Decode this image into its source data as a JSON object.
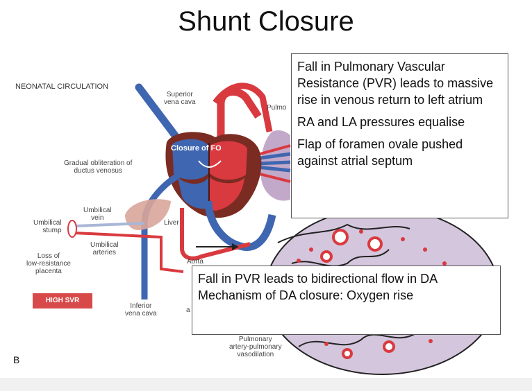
{
  "slide": {
    "title": "Shunt Closure",
    "figure_letter": "B"
  },
  "diagram": {
    "header": "NEONATAL CIRCULATION",
    "labels": {
      "superior_vena_cava": "Superior\nvena cava",
      "pulmonary_partial": "Pulmo",
      "closure_fo": "Closure of FO",
      "ductus_venosus": "Gradual obliteration of\nductus venosus",
      "umbilical_vein": "Umbilical\nvein",
      "umbilical_stump": "Umbilical\nstump",
      "liver": "Liver",
      "umbilical_arteries": "Umbilical\narteries",
      "placenta_loss": "Loss of\nlow-resistance\nplacenta",
      "aorta": "Aorta",
      "high_svr": "HIGH SVR",
      "inferior_vena_cava": "Inferior\nvena cava",
      "partial_a": "a",
      "pulmonary_vasodilation": "Pulmonary\nartery-pulmonary\nvasodilation"
    },
    "colors": {
      "venous_blue": "#3f66b0",
      "arterial_red": "#d93a3f",
      "heart_brown": "#7a2b22",
      "lung_purple": "#b89ac0",
      "liver_tan": "#d9a59a",
      "alveoli_lilac": "#d4c6dc"
    }
  },
  "callouts": {
    "pvr": {
      "line1": "Fall in Pulmonary Vascular Resistance (PVR) leads to massive rise in venous return to left atrium",
      "line2": "RA and LA pressures equalise",
      "line3": "Flap of foramen ovale pushed against atrial septum"
    },
    "da": {
      "line1": "Fall in PVR leads to bidirectional flow in DA",
      "line2": "Mechanism of DA closure: Oxygen rise"
    }
  }
}
